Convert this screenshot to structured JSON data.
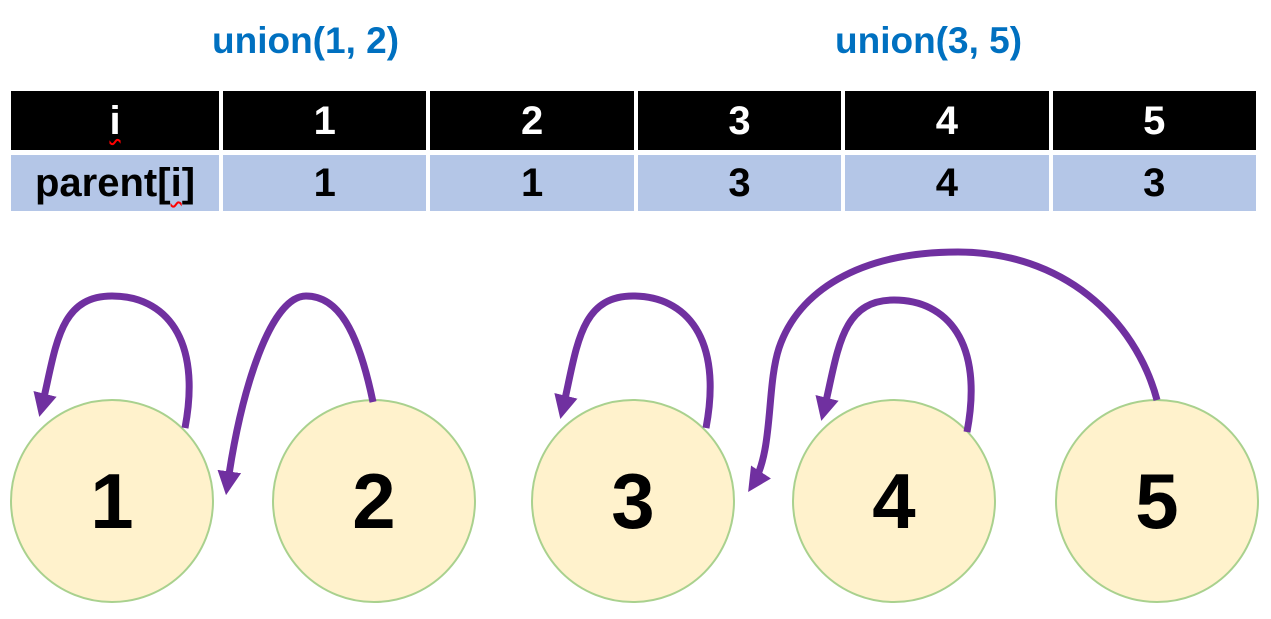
{
  "header": {
    "union_label_1": "union(1, 2)",
    "union_label_2": "union(3, 5)"
  },
  "table": {
    "header_row": {
      "label_i": "i",
      "cells": [
        "1",
        "2",
        "3",
        "4",
        "5"
      ]
    },
    "parent_row": {
      "label_prefix": "parent[",
      "label_i": "i",
      "label_suffix": "]",
      "cells": [
        "1",
        "1",
        "3",
        "4",
        "3"
      ]
    }
  },
  "graph": {
    "nodes": [
      {
        "label": "1",
        "parent": "1"
      },
      {
        "label": "2",
        "parent": "1"
      },
      {
        "label": "3",
        "parent": "3"
      },
      {
        "label": "4",
        "parent": "4"
      },
      {
        "label": "5",
        "parent": "3"
      }
    ],
    "edges": [
      {
        "from": "1",
        "to": "1",
        "type": "self-loop"
      },
      {
        "from": "2",
        "to": "1",
        "type": "arrow"
      },
      {
        "from": "3",
        "to": "3",
        "type": "self-loop"
      },
      {
        "from": "4",
        "to": "4",
        "type": "self-loop"
      },
      {
        "from": "5",
        "to": "3",
        "type": "arrow"
      }
    ]
  },
  "colors": {
    "union_label_blue": "#0070c0",
    "table_header_bg": "#000000",
    "table_header_text": "#ffffff",
    "table_row_bg": "#b4c6e7",
    "table_row_text": "#000000",
    "arrow_purple": "#7030a0",
    "node_fill": "#fff2cc",
    "node_border": "#a9d18e",
    "squiggle_red": "#ff0000"
  }
}
